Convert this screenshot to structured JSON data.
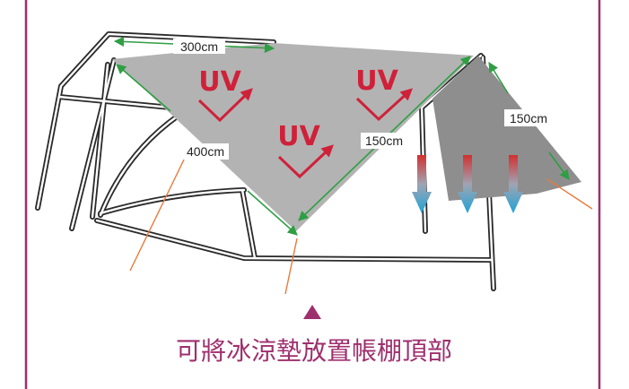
{
  "diagram": {
    "dimensions": {
      "top_width": "300cm",
      "side_length": "400cm",
      "front_edge": "150cm",
      "awning_length": "150cm"
    },
    "uv_marks": [
      "UV",
      "UV",
      "UV"
    ],
    "caption": "可將冰涼墊放置帳棚頂部"
  },
  "icons": {
    "uv_ray": "uv-ray-arrow-icon",
    "cooling_flow": "heat-to-cool-down-arrow-icon",
    "pointer": "up-triangle-icon"
  },
  "colors": {
    "border": "#9e2f6d",
    "tarp": "#b3b3b3",
    "awning": "#8e8e8e",
    "frame": "#2a2a2a",
    "dim": "#2f9e44",
    "uv": "#d0213a",
    "leader": "#e87a3c",
    "caption": "#9e2f6d",
    "arrow_top": "#d32f2f",
    "arrow_bottom": "#1ea3d6"
  }
}
